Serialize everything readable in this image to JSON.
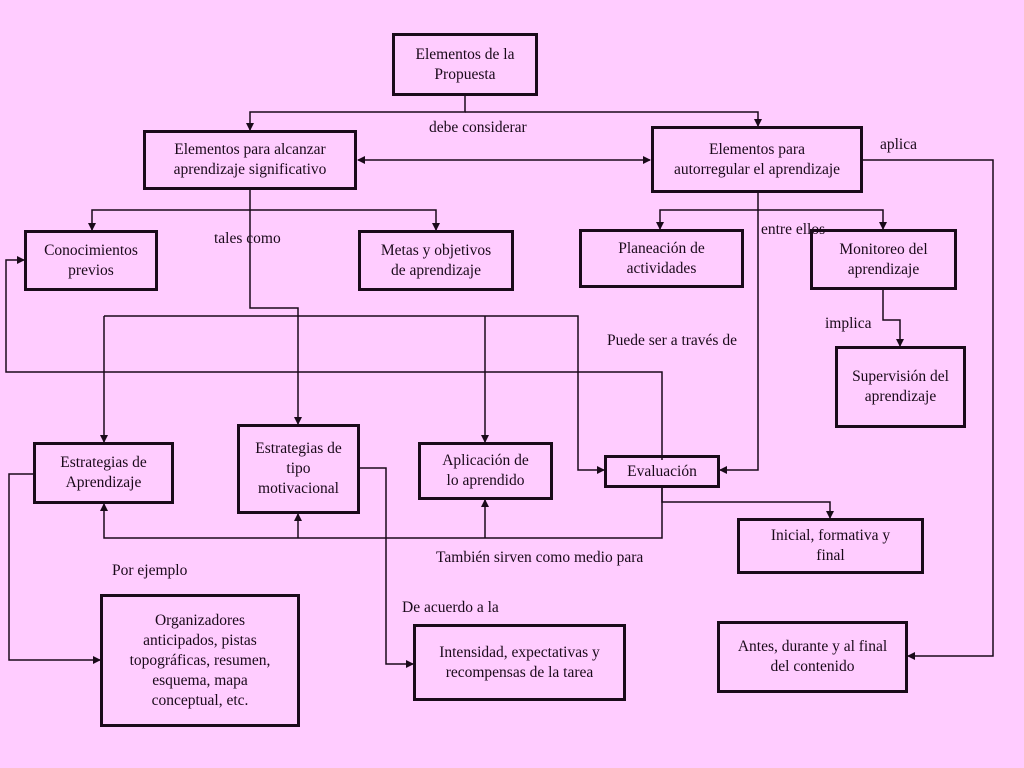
{
  "nodes": {
    "propuesta": "Elementos de la\nPropuesta",
    "aprendizaje_significativo": "Elementos para alcanzar\naprendizaje significativo",
    "autorregular": "Elementos para\nautorregular el aprendizaje",
    "conocimientos_previos": "Conocimientos\nprevios",
    "metas": "Metas y objetivos\nde aprendizaje",
    "planeacion": "Planeación de\nactividades",
    "monitoreo": "Monitoreo del\naprendizaje",
    "supervision": "Supervisión del\naprendizaje",
    "estrategias_aprendizaje": "Estrategias de\nAprendizaje",
    "estrategias_motivacional": "Estrategias de\ntipo\nmotivacional",
    "aplicacion": "Aplicación de\nlo aprendido",
    "evaluacion": "Evaluación",
    "inicial": "Inicial, formativa y\nfinal",
    "organizadores": "Organizadores\nanticipados, pistas\ntopográficas, resumen,\nesquema, mapa\nconceptual, etc.",
    "intensidad": "Intensidad, expectativas y\nrecompensas de la tarea",
    "antes": "Antes, durante y al final\ndel contenido"
  },
  "labels": {
    "debe_considerar": "debe considerar",
    "aplica": "aplica",
    "tales_como": "tales  como",
    "entre_ellos": "entre ellos",
    "implica": "implica",
    "puede_ser": "Puede ser a través de",
    "tambien_sirven": "También sirven como medio para",
    "por_ejemplo": "Por ejemplo",
    "de_acuerdo": "De acuerdo a la"
  },
  "colors": {
    "background": "#FFCCFF",
    "line": "#1a0a1a"
  }
}
